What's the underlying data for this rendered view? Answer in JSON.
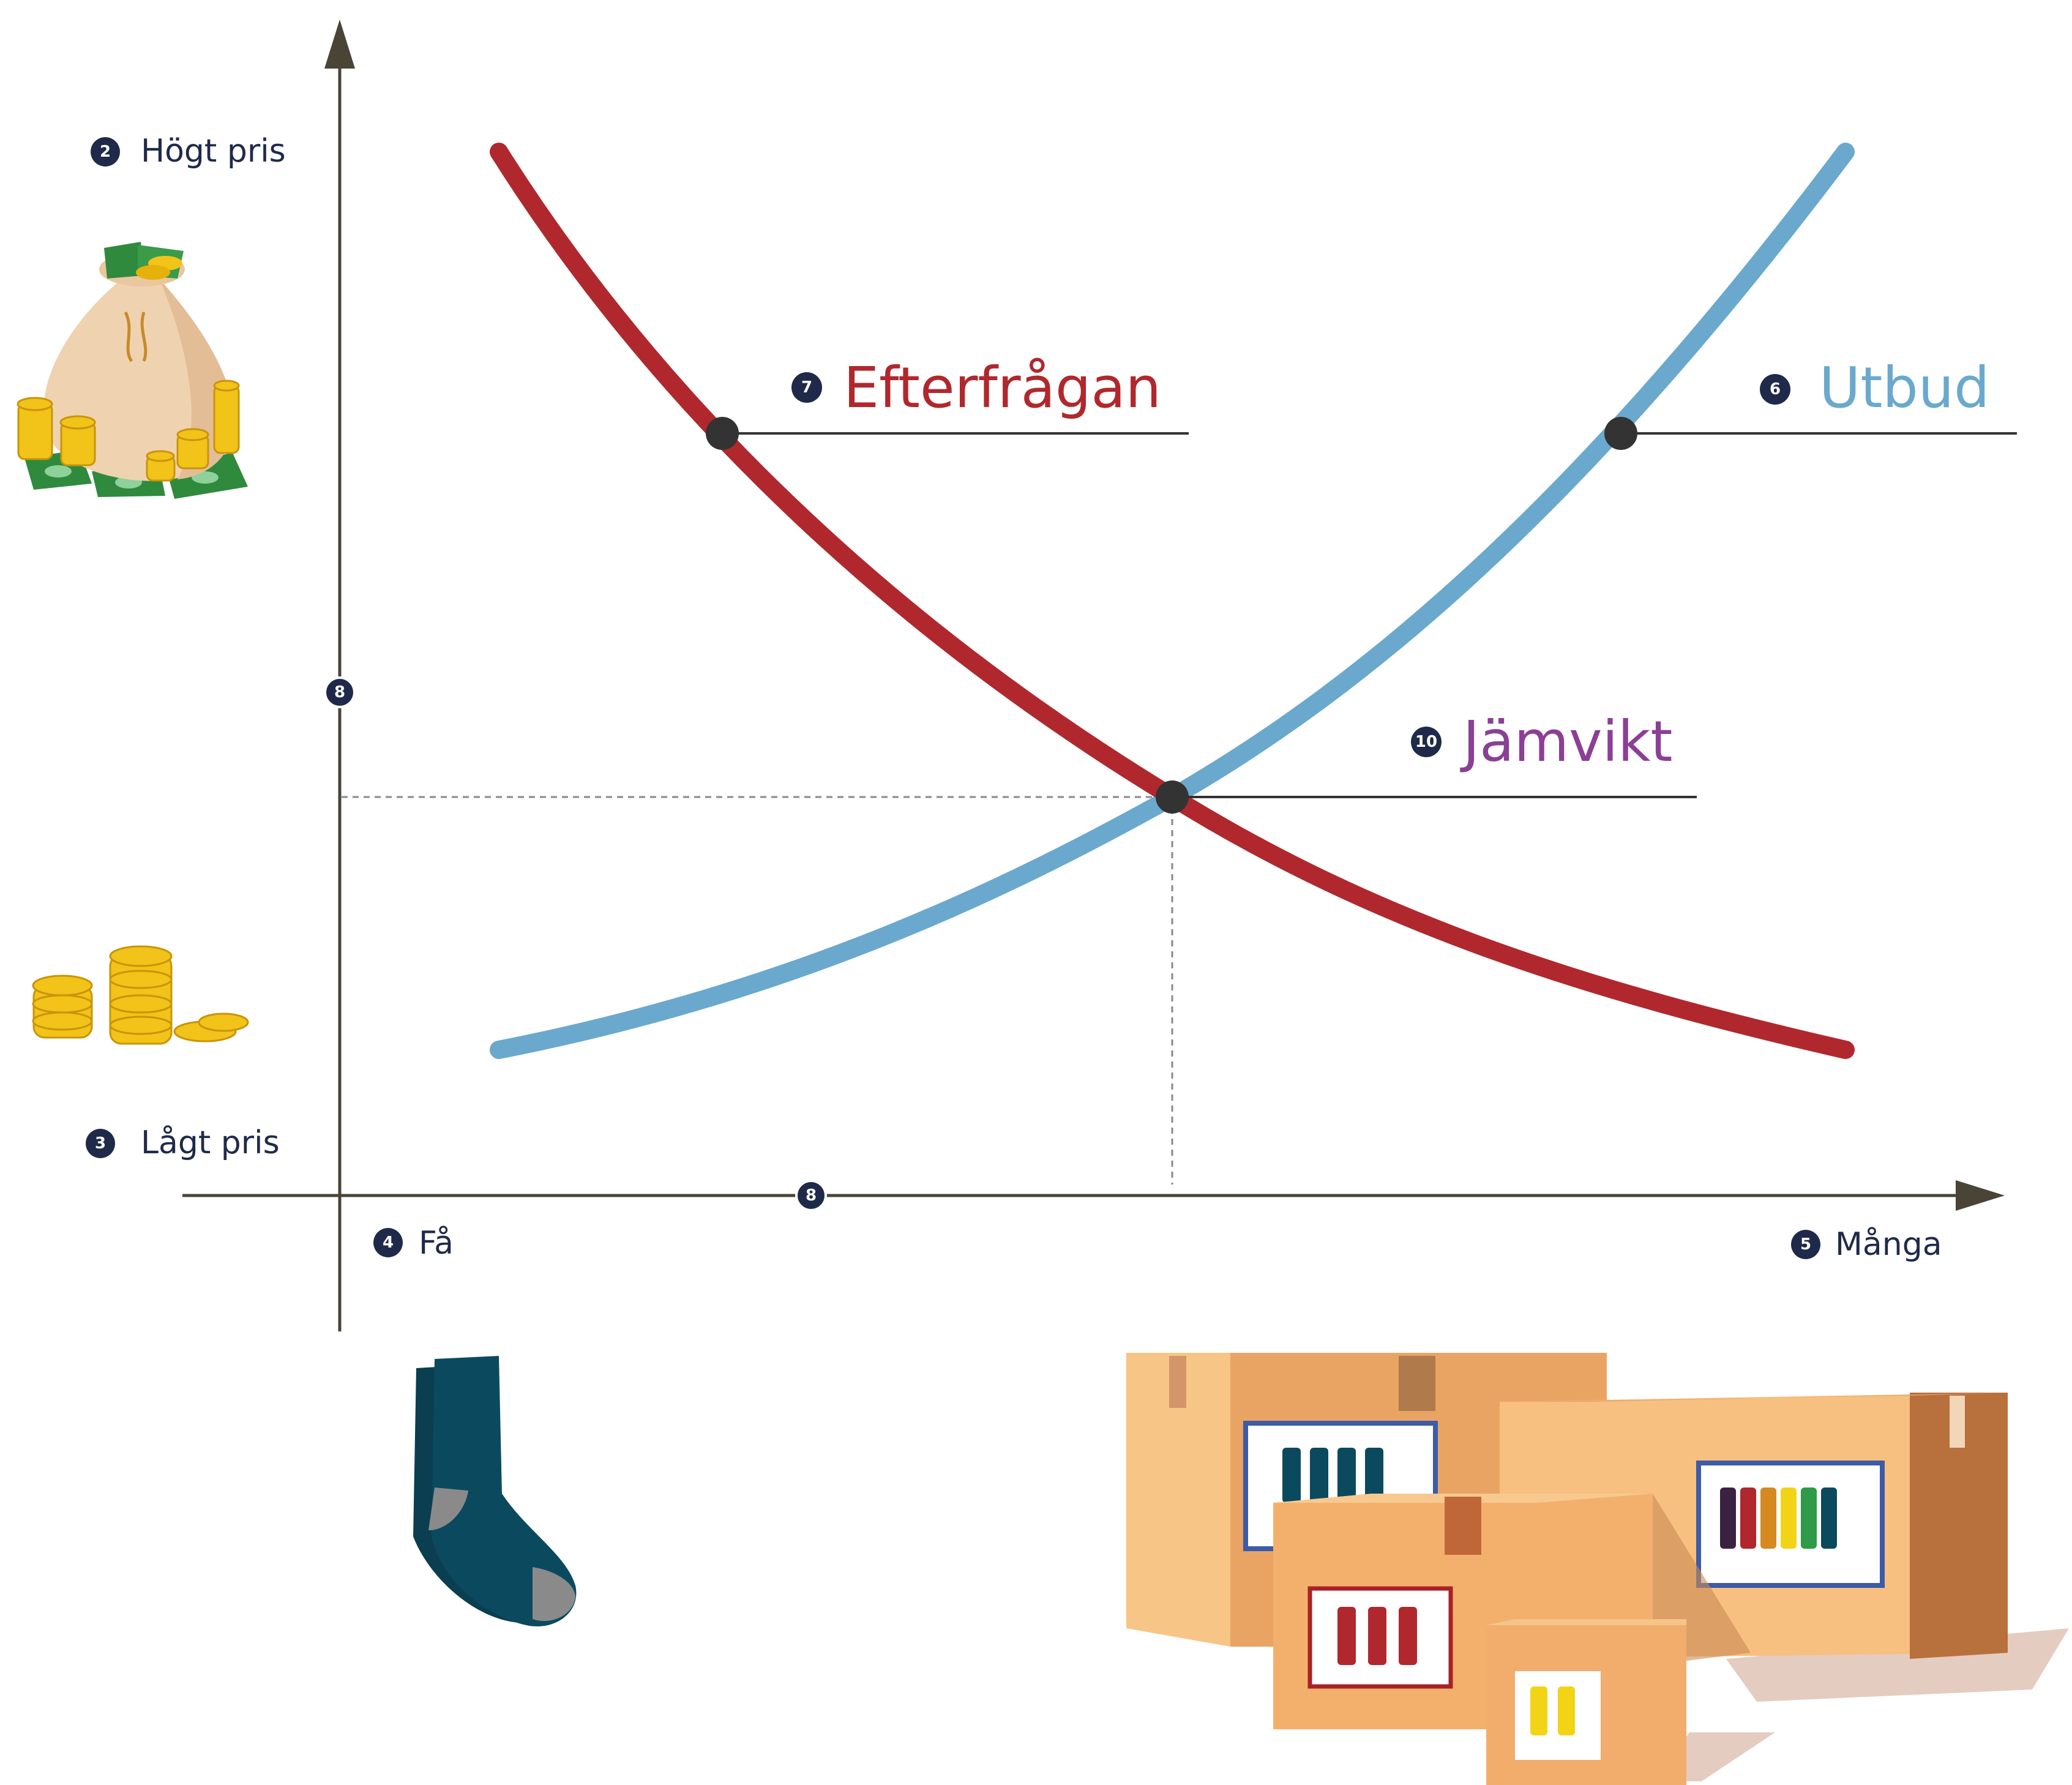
{
  "y_axis": {
    "high_label": "Högt pris",
    "high_badge": "2",
    "low_label": "Lågt pris",
    "low_badge": "3",
    "mid_badge": "8"
  },
  "x_axis": {
    "few_label": "Få",
    "few_badge": "4",
    "many_label": "Många",
    "many_badge": "5",
    "mid_badge": "8"
  },
  "curves": {
    "demand": {
      "label": "Efterfrågan",
      "badge": "7",
      "color": "#b0282d"
    },
    "supply": {
      "label": "Utbud",
      "badge": "6",
      "color": "#6aa9cd"
    },
    "equilibrium": {
      "label": "Jämvikt",
      "badge": "10",
      "color": "#8b3f95"
    }
  },
  "colors": {
    "axis": "#4a4436",
    "badge": "#1f2a4a",
    "leader": "#333333",
    "point": "#333333",
    "box": "#f3b06d",
    "box_dark": "#d98a4a",
    "sock_blue": "#0b4a5e"
  },
  "icons": {
    "money_bag": "money-bag-icon",
    "coins": "coins-icon",
    "single_sock": "sock-icon",
    "boxes": "boxes-of-socks-icon"
  }
}
